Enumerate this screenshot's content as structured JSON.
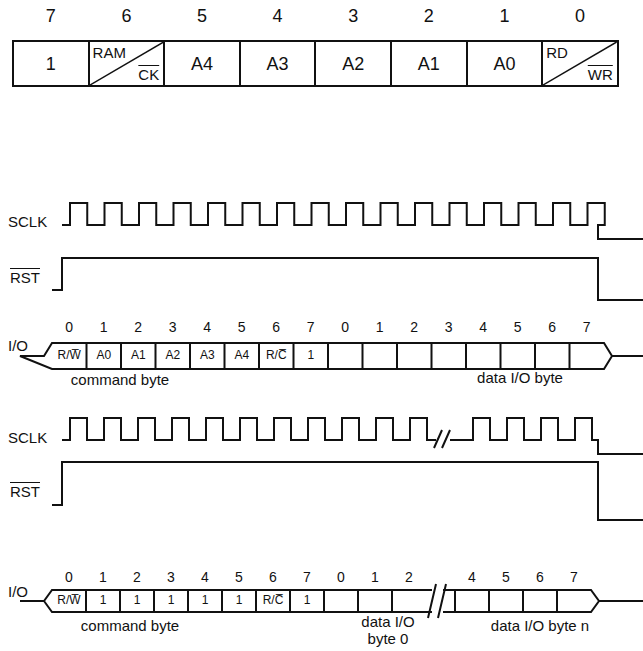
{
  "diagram": {
    "nodes": [
      {
        "text": [
          "1"
        ]
      },
      {
        "text": [
          "RAM",
          "CK"
        ]
      },
      {
        "text": [
          "A4"
        ]
      },
      {
        "text": [
          "A3"
        ]
      },
      {
        "text": [
          "A2"
        ]
      },
      {
        "text": [
          "A1"
        ]
      },
      {
        "text": [
          "A0"
        ]
      },
      {
        "text": [
          "RD",
          "WR"
        ]
      }
    ],
    "labels": [
      "7",
      "6",
      "5",
      "4",
      "3",
      "2",
      "1",
      "0",
      "SCLK",
      "RST",
      "I/O",
      "0",
      "1",
      "2",
      "3",
      "4",
      "5",
      "6",
      "7",
      "0",
      "1",
      "2",
      "3",
      "4",
      "5",
      "6",
      "7",
      "R/W̅",
      "A0",
      "A1",
      "A2",
      "A3",
      "A4",
      "R/C̅",
      "1",
      "command byte",
      "data I/O byte",
      "SCLK",
      "RST",
      "I/O",
      "0",
      "1",
      "2",
      "3",
      "4",
      "5",
      "6",
      "7",
      "0",
      "1",
      "2",
      "4",
      "5",
      "6",
      "7",
      "R/W̅",
      "1",
      "1",
      "1",
      "1",
      "1",
      "R/C̅",
      "1",
      "command byte",
      "data I/O byte 0",
      "data I/O byte n"
    ]
  }
}
